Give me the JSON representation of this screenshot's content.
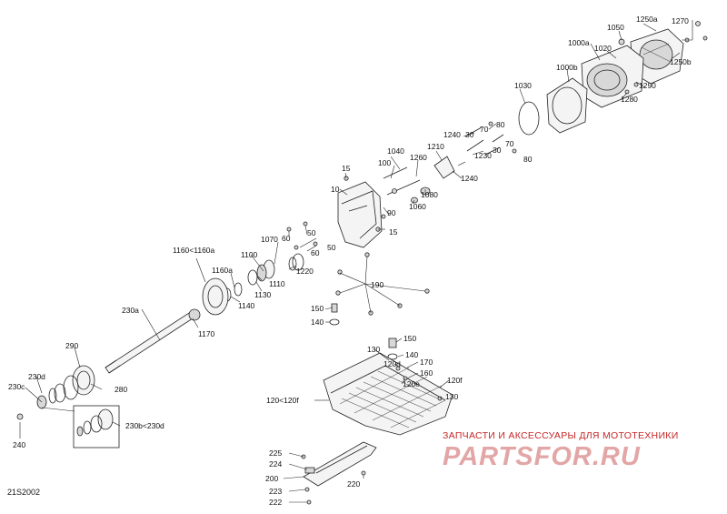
{
  "diagram": {
    "ref_code": "21S2002",
    "watermark": {
      "tagline": "ЗАПЧАСТИ И АКСЕССУАРЫ ДЛЯ МОТОТЕХНИКИ",
      "logo": "PARTSFOR.RU"
    },
    "callouts": {
      "c1270": "1270",
      "c1250a": "1250a",
      "c1050": "1050",
      "c1000a": "1000a",
      "c1020": "1020",
      "c1250b": "1250b",
      "c1000b": "1000b",
      "c1290": "1290",
      "c1030": "1030",
      "c1280": "1280",
      "c80a": "80",
      "c70a": "70",
      "c30a": "30",
      "c1240a": "1240",
      "c70b": "70",
      "c30b": "30",
      "c80b": "80",
      "c1040": "1040",
      "c1210": "1210",
      "c1230": "1230",
      "c100": "100",
      "c1260": "1260",
      "c15a": "15",
      "c1240b": "1240",
      "c10": "10",
      "c1080": "1080",
      "c90": "90",
      "c1060": "1060",
      "c15b": "15",
      "c1070": "1070",
      "c60a": "60",
      "c50a": "50",
      "c1100": "1100",
      "c60b": "60",
      "c50b": "50",
      "c1160a_top": "1160<1160a",
      "c1220": "1220",
      "c1160a": "1160a",
      "c1110": "1110",
      "c190": "190",
      "c1130": "1130",
      "c1140": "1140",
      "c230a": "230a",
      "c150a": "150",
      "c140a": "140",
      "c1170": "1170",
      "c150b": "150",
      "c130a": "130",
      "c140b": "140",
      "c290": "290",
      "c120d": "120d",
      "c170": "170",
      "c230d": "230d",
      "c160": "160",
      "c120f": "120f",
      "c230c": "230c",
      "c280": "280",
      "c120e": "120e",
      "c130b": "130",
      "c120_range": "120<120f",
      "c230b_range": "230b<230d",
      "c240": "240",
      "c225": "225",
      "c224": "224",
      "c220": "220",
      "c200": "200",
      "c223": "223",
      "c222": "222"
    }
  }
}
